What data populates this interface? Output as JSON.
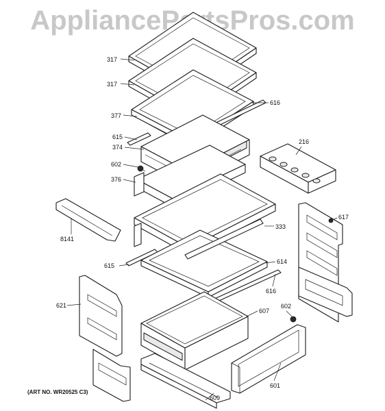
{
  "watermark": "AppliancePartsPros.com",
  "art_number": "(ART NO. WR20525 C3)",
  "callouts": {
    "c317a": "317",
    "c317b": "317",
    "c377": "377",
    "c616a": "616",
    "c615a": "615",
    "c374": "374",
    "c602a": "602",
    "c376": "376",
    "c216": "216",
    "c8141": "8141",
    "c333": "333",
    "c617": "617",
    "c615b": "615",
    "c614": "614",
    "c616b": "616",
    "c621": "621",
    "c607": "607",
    "c602b": "602",
    "c601": "601",
    "c609": "609"
  }
}
